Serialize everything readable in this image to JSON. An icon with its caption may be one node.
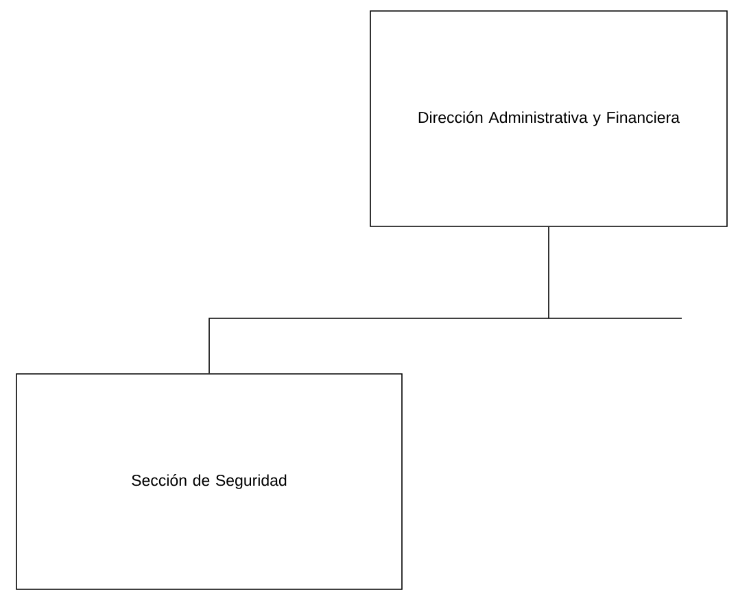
{
  "diagram": {
    "nodes": [
      {
        "text": [
          "Dirección Administrativa y Financiera"
        ]
      },
      {
        "text": [
          "Sección de Seguridad"
        ]
      }
    ],
    "edges": [
      {
        "from": 0,
        "to": 1,
        "arrow": "none"
      }
    ]
  }
}
